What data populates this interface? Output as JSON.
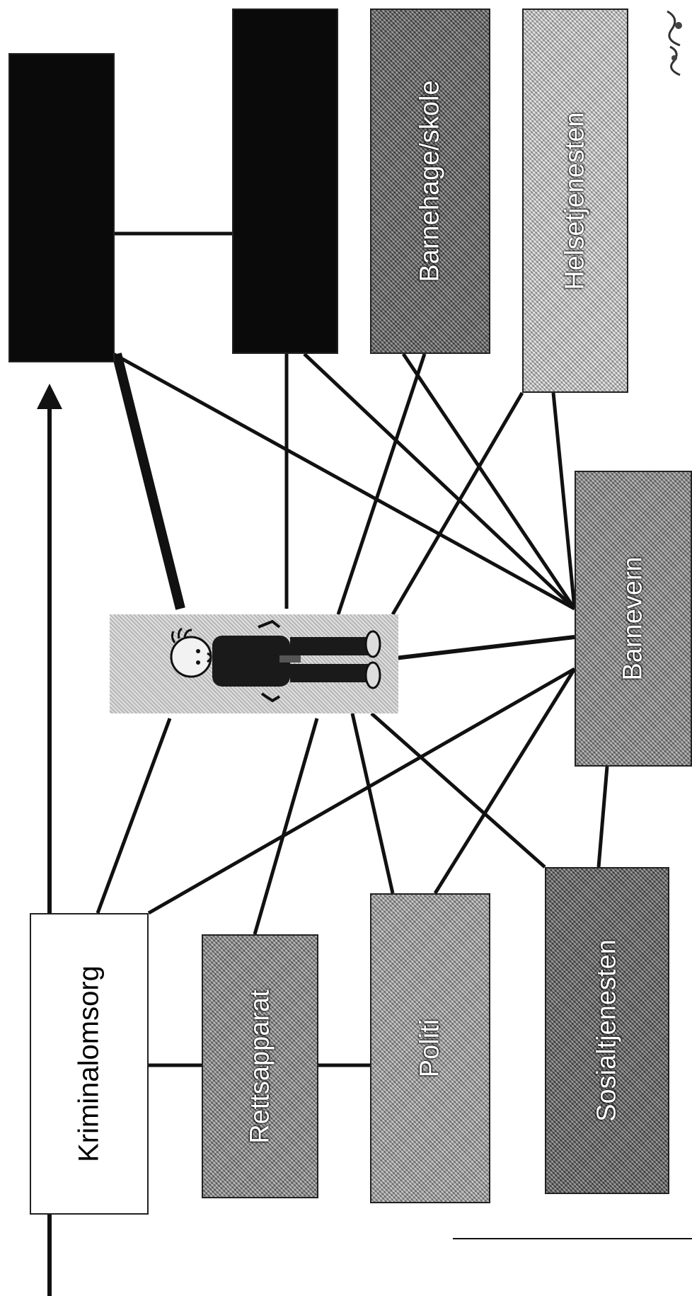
{
  "nodes": {
    "n1": {
      "label": ""
    },
    "n2": {
      "label": ""
    },
    "barnehage": {
      "label": "Barnehage/skole"
    },
    "helse": {
      "label": "Helsetjenesten"
    },
    "barnevern": {
      "label": "Barnevern"
    },
    "kriminalomsorg": {
      "label": "Kriminalomsorg"
    },
    "rettsapparat": {
      "label": "Rettsapparat"
    },
    "politi": {
      "label": "Politi"
    },
    "sosial": {
      "label": "Sosialtjenesten"
    }
  },
  "center": {
    "label": ""
  },
  "colors": {
    "dark": "#0a0a0a",
    "darkgray": "#5a5a5a",
    "gray": "#8c8c8c",
    "lightgray": "#a8a8a8",
    "light": "#d8d8d8",
    "white": "#ffffff",
    "line": "#111111"
  }
}
